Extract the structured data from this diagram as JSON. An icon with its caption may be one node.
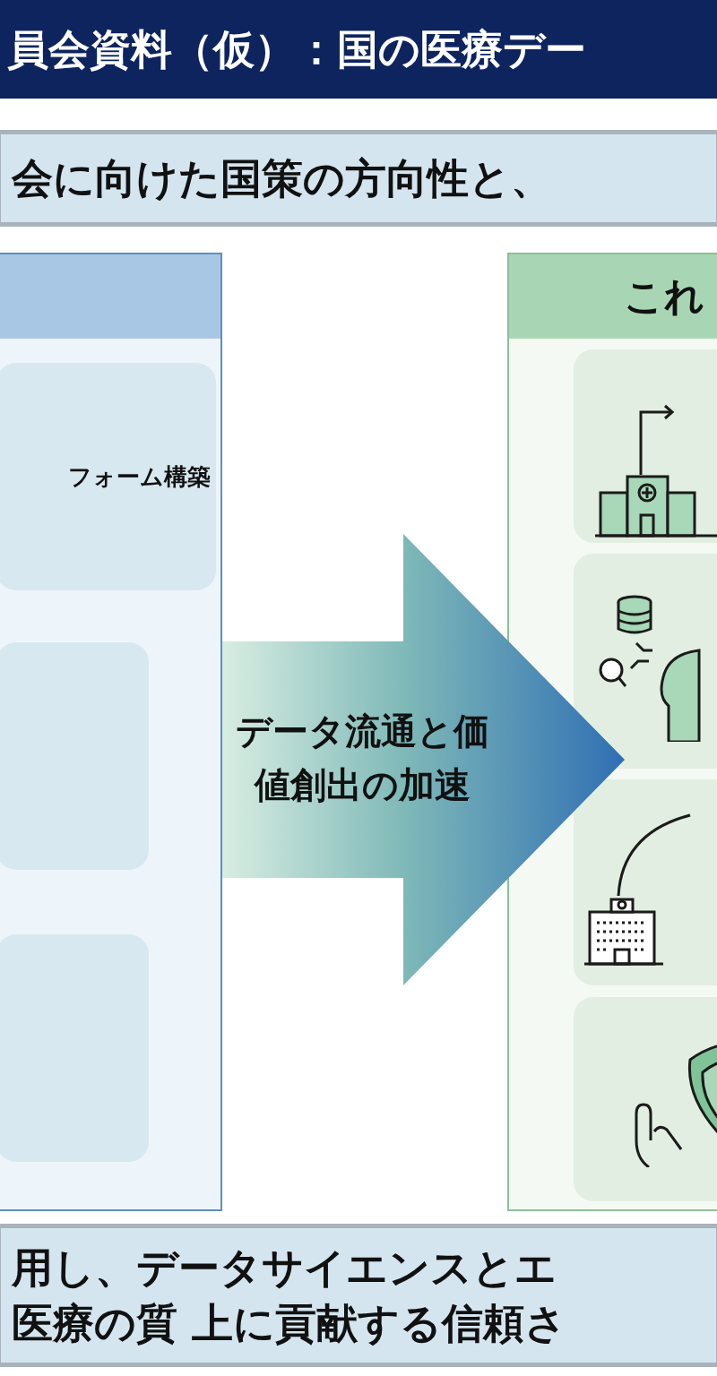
{
  "diagram": {
    "title": "員会資料（仮）：国の医療デー",
    "nodes": [
      {
        "text": [
          "会に向けた国策の方向性と、"
        ]
      },
      {
        "text": [],
        "shape": "box"
      },
      {
        "text": [
          "フォーム構築"
        ],
        "in": 1
      },
      {
        "text": [],
        "shape": "box",
        "in": 1
      },
      {
        "text": [],
        "shape": "box",
        "in": 1
      },
      {
        "text": [
          "これ"
        ]
      },
      {
        "text": [],
        "shape": "picture",
        "in": 5
      },
      {
        "text": [],
        "shape": "picture",
        "in": 5
      },
      {
        "text": [],
        "shape": "picture",
        "in": 5
      },
      {
        "text": [],
        "shape": "picture",
        "in": 5
      },
      {
        "text": [
          "用し、データサイエンスとエ",
          "医療の質 上に貢献する信頼さ"
        ]
      }
    ],
    "edges": [
      {
        "from": 1,
        "to": 5,
        "arrow": "to",
        "label": "データ流通と価値創出の加速",
        "style": "thick"
      }
    ]
  }
}
